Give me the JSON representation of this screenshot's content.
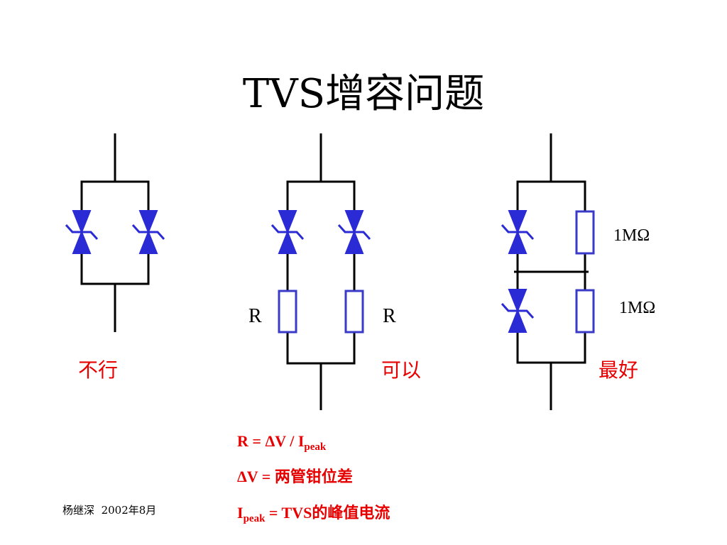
{
  "title": "TVS增容问题",
  "circuits": {
    "left": {
      "verdict": "不行"
    },
    "middle": {
      "verdict": "可以",
      "resistor_left_label": "R",
      "resistor_right_label": "R"
    },
    "right": {
      "verdict": "最好",
      "resistor_top_label": "1MΩ",
      "resistor_bottom_label": "1MΩ"
    }
  },
  "formulas": {
    "line1": {
      "lhs": "R = ",
      "delta": "Δ",
      "mid": "V / I",
      "sub": "peak"
    },
    "line2": {
      "delta": "Δ",
      "text": "V = 两管钳位差"
    },
    "line3": {
      "main": "I",
      "sub": "peak",
      "text": " = TVS的峰值电流"
    }
  },
  "footer": {
    "author": "杨继深",
    "date": "2002年8月"
  },
  "colors": {
    "tvs_fill": "#2b2bd6",
    "resistor_stroke": "#3a3ac8",
    "wire": "#000000",
    "verdict": "#e60000"
  }
}
